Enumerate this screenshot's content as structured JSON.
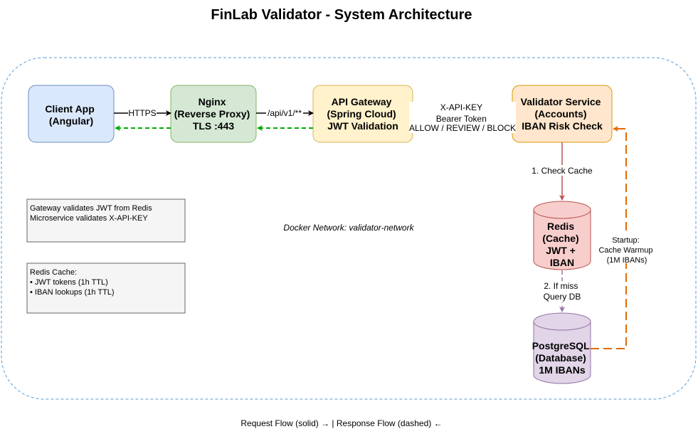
{
  "title": "FinLab Validator - System Architecture",
  "network_label": "Docker Network: validator-network",
  "legend": "Request Flow (solid) → | Response Flow (dashed) ←",
  "nodes": {
    "client": {
      "lines": [
        "Client App",
        "(Angular)"
      ],
      "fill": "#dae8fc",
      "stroke": "#6c8ebf"
    },
    "nginx": {
      "lines": [
        "Nginx",
        "(Reverse Proxy)",
        "TLS :443"
      ],
      "fill": "#d5e8d4",
      "stroke": "#82b366"
    },
    "gateway": {
      "lines": [
        "API Gateway",
        "(Spring Cloud)",
        "JWT Validation"
      ],
      "fill": "#fff2cc",
      "stroke": "#d6b656"
    },
    "validator": {
      "lines": [
        "Validator Service",
        "(Accounts)",
        "IBAN Risk Check"
      ],
      "fill": "#ffe6cc",
      "stroke": "#d79b00"
    },
    "redis": {
      "lines": [
        "Redis",
        "(Cache)",
        "JWT +",
        "IBAN"
      ],
      "fill": "#f8cecc",
      "stroke": "#b85450"
    },
    "postgres": {
      "lines": [
        "PostgreSQL",
        "(Database)",
        "1M IBANs"
      ],
      "fill": "#e1d5e7",
      "stroke": "#9673a6"
    }
  },
  "edges": {
    "https": "HTTPS",
    "api_path": "/api/v1/**",
    "gateway_to_validator": [
      "X-API-KEY",
      "Bearer Token",
      "ALLOW / REVIEW / BLOCK"
    ],
    "check_cache": "1. Check Cache",
    "if_miss": [
      "2. If miss",
      "Query DB"
    ],
    "startup": [
      "Startup:",
      "Cache Warmup",
      "(1M IBANs)"
    ]
  },
  "notes": {
    "auth": [
      "Gateway validates JWT from Redis",
      "Microservice validates X-API-KEY"
    ],
    "cache": [
      "Redis Cache:",
      "• JWT tokens (1h TTL)",
      "• IBAN lookups (1h TTL)"
    ]
  },
  "colors": {
    "network_border": "#5b9bd5",
    "response_green": "#00aa00",
    "redis_arrow": "#b85450",
    "db_arrow": "#9673a6",
    "warmup_orange": "#e06a00",
    "note_fill": "#f5f5f5",
    "note_stroke": "#666666"
  }
}
